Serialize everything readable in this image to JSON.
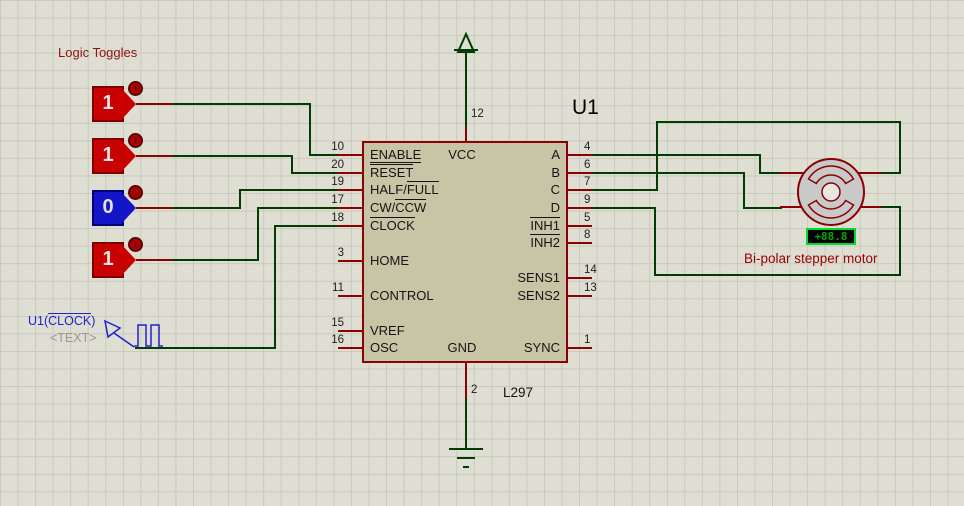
{
  "schematic": {
    "annotations": {
      "logic_toggles_label": "Logic Toggles",
      "chip_ref": "U1",
      "chip_value": "L297",
      "motor_label": "Bi-polar stepper motor",
      "clock_ref_pre": "U1(",
      "clock_ref_bar": "CLOCK",
      "clock_ref_post": ")",
      "clock_text_placeholder": "<TEXT>"
    },
    "chip": {
      "left_pins": [
        {
          "num": "10",
          "segs": [
            {
              "t": "ENABLE",
              "bar": "under"
            }
          ]
        },
        {
          "num": "20",
          "segs": [
            {
              "t": "RESET",
              "bar": "over"
            }
          ]
        },
        {
          "num": "19",
          "segs": [
            {
              "t": "HALF/"
            },
            {
              "t": "FULL",
              "bar": "over"
            }
          ]
        },
        {
          "num": "17",
          "segs": [
            {
              "t": "CW/"
            },
            {
              "t": "CCW",
              "bar": "over"
            }
          ]
        },
        {
          "num": "18",
          "segs": [
            {
              "t": "CLOCK",
              "bar": "over"
            }
          ]
        },
        {
          "num": "3",
          "segs": [
            {
              "t": "HOME"
            }
          ]
        },
        {
          "num": "11",
          "segs": [
            {
              "t": "CONTROL"
            }
          ]
        },
        {
          "num": "15",
          "segs": [
            {
              "t": "VREF"
            }
          ]
        },
        {
          "num": "16",
          "segs": [
            {
              "t": "OSC"
            }
          ]
        }
      ],
      "right_pins": [
        {
          "num": "4",
          "segs": [
            {
              "t": "A"
            }
          ]
        },
        {
          "num": "6",
          "segs": [
            {
              "t": "B"
            }
          ]
        },
        {
          "num": "7",
          "segs": [
            {
              "t": "C"
            }
          ]
        },
        {
          "num": "9",
          "segs": [
            {
              "t": "D"
            }
          ]
        },
        {
          "num": "5",
          "segs": [
            {
              "t": "INH1",
              "bar": "over"
            }
          ]
        },
        {
          "num": "8",
          "segs": [
            {
              "t": "INH2",
              "bar": "over"
            }
          ]
        },
        {
          "num": "14",
          "segs": [
            {
              "t": "SENS1"
            }
          ]
        },
        {
          "num": "13",
          "segs": [
            {
              "t": "SENS2"
            }
          ]
        },
        {
          "num": "1",
          "segs": [
            {
              "t": "SYNC"
            }
          ]
        }
      ],
      "top_pin": {
        "num": "12",
        "label": "VCC"
      },
      "bottom_pin": {
        "num": "2",
        "label": "GND"
      }
    },
    "toggles": [
      {
        "value": "1",
        "fill": "#C80000",
        "border": "#7A0000"
      },
      {
        "value": "1",
        "fill": "#C80000",
        "border": "#7A0000"
      },
      {
        "value": "0",
        "fill": "#1414C8",
        "border": "#000078"
      },
      {
        "value": "1",
        "fill": "#C80000",
        "border": "#7A0000"
      }
    ],
    "motor": {
      "display_value": "+88.8"
    },
    "icons": {
      "toggle_actuator_glyph": "↕"
    },
    "colors": {
      "wire_green": "#003C00",
      "pin_red": "#8B0000",
      "chip_fill": "#C8C5A6",
      "label_red": "#980000",
      "clock_blue": "#2222CC",
      "display_border": "#00DC28",
      "display_text": "#00A800"
    }
  }
}
